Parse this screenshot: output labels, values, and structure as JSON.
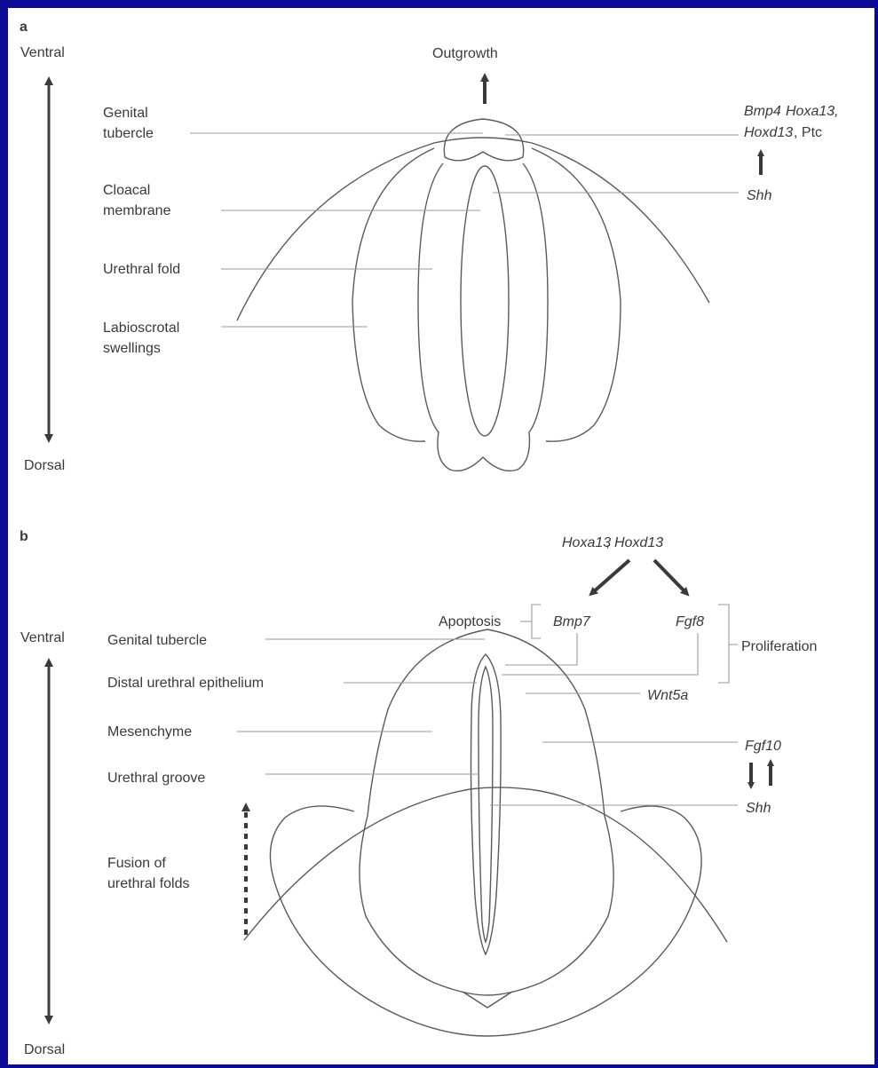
{
  "panel_a": {
    "letter": "a",
    "axis_top": "Ventral",
    "axis_bottom": "Dorsal",
    "outgrowth": "Outgrowth",
    "labels": {
      "genital_1": "Genital",
      "genital_2": "tubercle",
      "cloacal_1": "Cloacal",
      "cloacal_2": "membrane",
      "urethral_fold": "Urethral fold",
      "labio_1": "Labioscrotal",
      "labio_2": "swellings"
    },
    "genes": {
      "bmp4": "Bmp4",
      "hoxa13": "Hoxa13,",
      "hoxd13": "Hoxd13",
      "ptc": ", Ptc",
      "shh": "Shh"
    }
  },
  "panel_b": {
    "letter": "b",
    "axis_top": "Ventral",
    "axis_bottom": "Dorsal",
    "top_genes": {
      "hoxa13": "Hoxa13",
      "sep": ", ",
      "hoxd13": "Hoxd13"
    },
    "apoptosis": "Apoptosis",
    "proliferation": "Proliferation",
    "labels": {
      "genital_tubercle": "Genital tubercle",
      "distal": "Distal urethral epithelium",
      "mesenchyme": "Mesenchyme",
      "groove": "Urethral groove",
      "fusion_1": "Fusion of",
      "fusion_2": "urethral folds"
    },
    "genes": {
      "bmp7": "Bmp7",
      "fgf8": "Fgf8",
      "wnt5a": "Wnt5a",
      "fgf10": "Fgf10",
      "shh": "Shh"
    }
  }
}
